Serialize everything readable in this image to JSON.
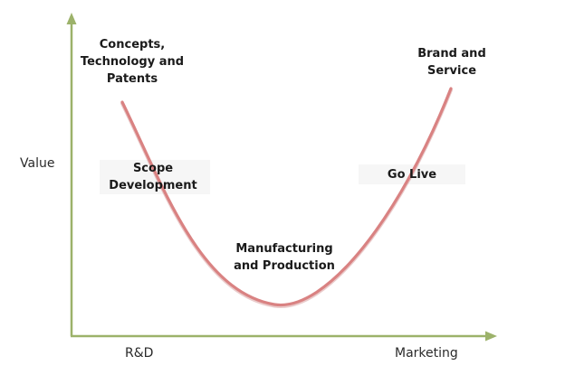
{
  "diagram": {
    "y_axis_label": "Value",
    "x_axis_left_label": "R&D",
    "x_axis_right_label": "Marketing",
    "stages": {
      "concepts": [
        "Concepts,",
        "Technology and",
        "Patents"
      ],
      "scope": [
        "Scope",
        "Development"
      ],
      "manufacturing": [
        "Manufacturing",
        "and Production"
      ],
      "go_live": [
        "Go Live"
      ],
      "brand": [
        "Brand and",
        "Service"
      ]
    },
    "colors": {
      "axis": "#9cb26a",
      "curve": "#d98282",
      "curve_shadow": "#c46a6a"
    }
  }
}
